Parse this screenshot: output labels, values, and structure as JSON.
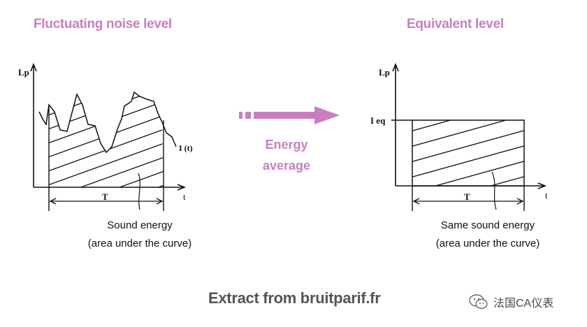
{
  "left_panel": {
    "heading": "Fluctuating noise level",
    "y_axis_label": "Lp",
    "x_axis_label": "t",
    "curve_label": "I (t)",
    "interval_label": "T",
    "caption_line1": "Sound energy",
    "caption_line2": "(area under the curve)"
  },
  "middle": {
    "line1": "Energy",
    "line2": "average",
    "arrow_color": "#c97fbf"
  },
  "right_panel": {
    "heading": "Equivalent level",
    "y_axis_label": "Lp",
    "level_label": "I eq",
    "x_axis_label": "t",
    "interval_label": "T",
    "caption_line1": "Same sound energy",
    "caption_line2": "(area under the curve)"
  },
  "footer": {
    "source": "Extract from bruitparif.fr"
  },
  "watermark": {
    "text": "法国CA仪表",
    "icon": "wechat-icon"
  },
  "colors": {
    "accent": "#c97fbf",
    "ink": "#111111",
    "source_text": "#555555"
  }
}
